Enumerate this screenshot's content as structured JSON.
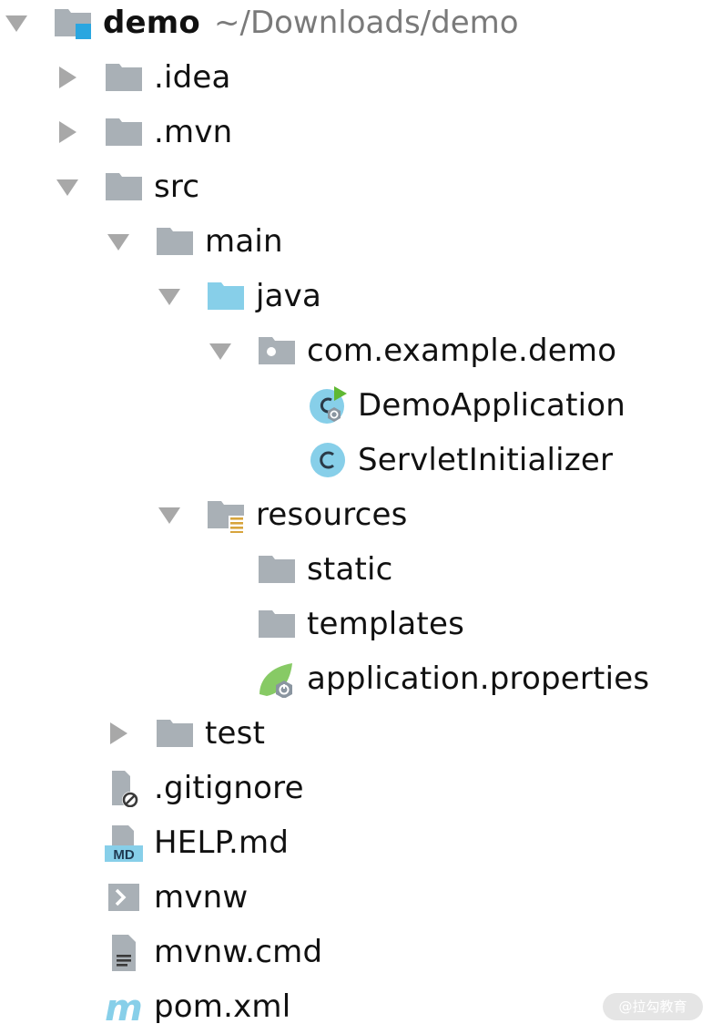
{
  "project": {
    "name": "demo",
    "path": "~/Downloads/demo"
  },
  "tree": [
    {
      "label": "demo",
      "icon": "module-icon",
      "level": 0,
      "expanded": true
    },
    {
      "label": ".idea",
      "icon": "folder-icon",
      "level": 1,
      "expanded": false
    },
    {
      "label": ".mvn",
      "icon": "folder-icon",
      "level": 1,
      "expanded": false
    },
    {
      "label": "src",
      "icon": "folder-icon",
      "level": 1,
      "expanded": true
    },
    {
      "label": "main",
      "icon": "folder-icon",
      "level": 2,
      "expanded": true
    },
    {
      "label": "java",
      "icon": "source-folder-icon",
      "level": 3,
      "expanded": true
    },
    {
      "label": "com.example.demo",
      "icon": "package-icon",
      "level": 4,
      "expanded": true
    },
    {
      "label": "DemoApplication",
      "icon": "spring-boot-class-icon",
      "level": 5
    },
    {
      "label": "ServletInitializer",
      "icon": "class-icon",
      "level": 5
    },
    {
      "label": "resources",
      "icon": "resources-folder-icon",
      "level": 3,
      "expanded": true
    },
    {
      "label": "static",
      "icon": "folder-icon",
      "level": 4
    },
    {
      "label": "templates",
      "icon": "folder-icon",
      "level": 4
    },
    {
      "label": "application.properties",
      "icon": "spring-properties-icon",
      "level": 4
    },
    {
      "label": "test",
      "icon": "folder-icon",
      "level": 2,
      "expanded": false
    },
    {
      "label": ".gitignore",
      "icon": "ignore-file-icon",
      "level": 1
    },
    {
      "label": "HELP.md",
      "icon": "markdown-file-icon",
      "level": 1
    },
    {
      "label": "mvnw",
      "icon": "shell-script-icon",
      "level": 1
    },
    {
      "label": "mvnw.cmd",
      "icon": "text-file-icon",
      "level": 1
    },
    {
      "label": "pom.xml",
      "icon": "maven-icon",
      "level": 1
    }
  ],
  "watermark": "@拉勾教育",
  "colors": {
    "folder": "#a9b0b6",
    "source_folder": "#87cfe9",
    "class_circle": "#87cfe9",
    "spring_green": "#5fb832",
    "module_accent": "#2aa6e0",
    "resources_lines": "#d7a43c",
    "arrow": "#a8a8a8",
    "path_text": "#7a7a7a"
  }
}
